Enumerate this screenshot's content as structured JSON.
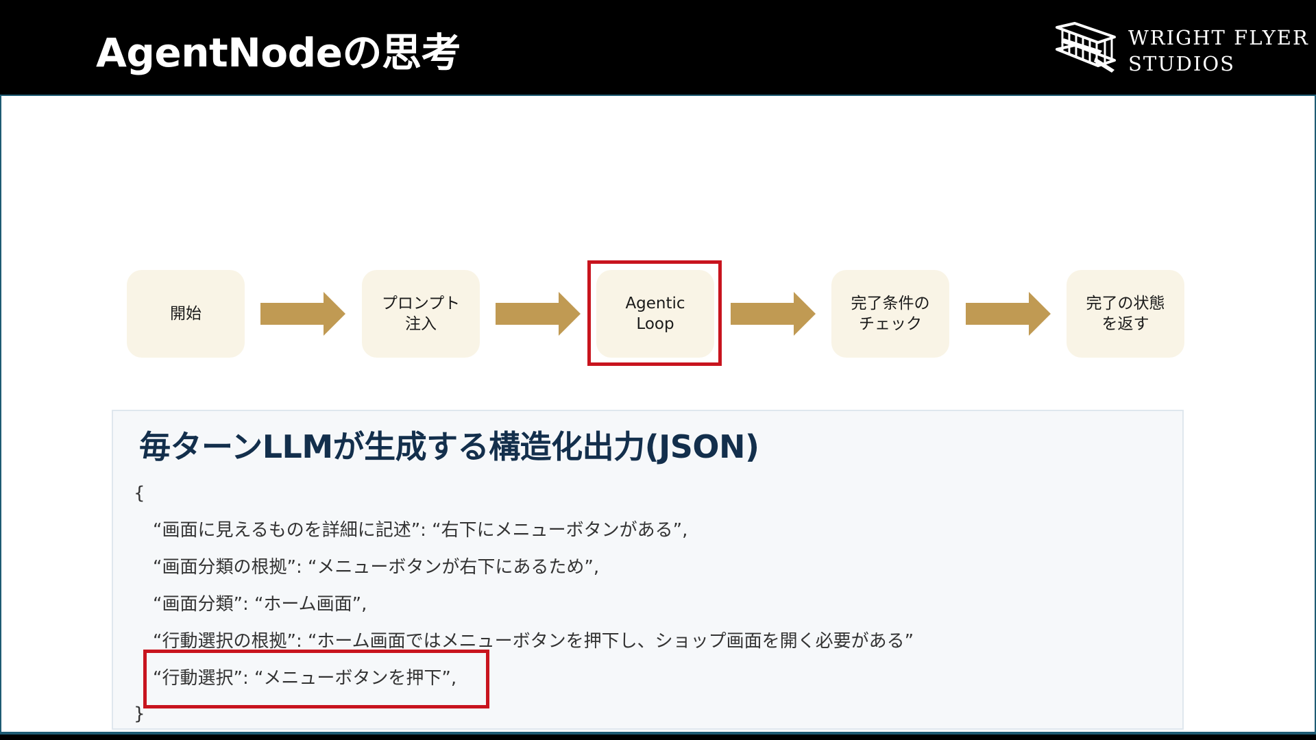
{
  "header": {
    "title": "AgentNodeの思考",
    "logo": {
      "line1": "WRIGHT FLYER",
      "line2": "STUDIOS"
    }
  },
  "flow": {
    "steps": [
      {
        "label": "開始"
      },
      {
        "label": "プロンプト\n注入"
      },
      {
        "label": "Agentic\nLoop"
      },
      {
        "label": "完了条件の\nチェック"
      },
      {
        "label": "完了の状態\nを返す"
      }
    ],
    "highlighted_step": "Agentic\nLoop"
  },
  "panel": {
    "heading": "毎ターンLLMが生成する構造化出力(JSON)",
    "code_lines": [
      "{",
      "“画面に見えるものを詳細に記述”: “右下にメニューボタンがある”,",
      "“画面分類の根拠”:  “メニューボタンが右下にあるため”,",
      "“画面分類”: “ホーム画面”,",
      "“行動選択の根拠”: “ホーム画面ではメニューボタンを押下し、ショップ画面を開く必要がある”",
      "“行動選択”: “メニューボタンを押下”,",
      "}"
    ],
    "highlighted_line": "“行動選択”: “メニューボタンを押下”,"
  },
  "colors": {
    "header_bg": "#000000",
    "step_bg": "#f9f4e6",
    "arrow": "#c09a53",
    "highlight": "#c8141e",
    "panel_bg": "#f6f8fa",
    "heading_text": "#132f4c",
    "frame_border": "#1e5b73"
  },
  "icons": {
    "logo": "biplane-logo-icon",
    "flow_arrow": "right-arrow-icon"
  }
}
